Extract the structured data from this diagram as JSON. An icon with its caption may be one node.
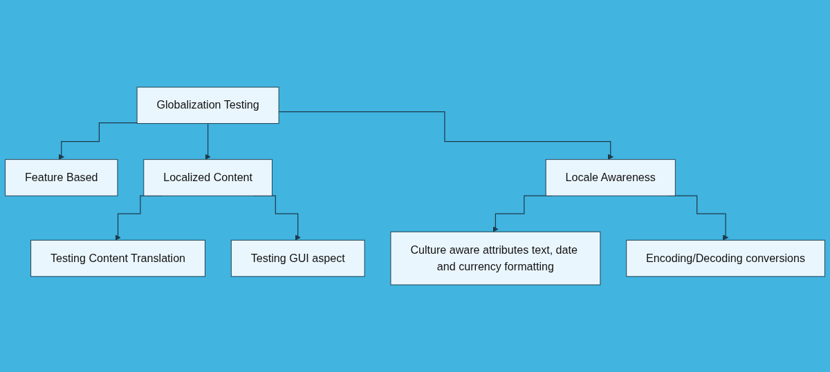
{
  "diagram": {
    "nodes": [
      {
        "text": [
          "Globalization Testing"
        ]
      },
      {
        "text": [
          "Feature Based"
        ]
      },
      {
        "text": [
          "Localized Content"
        ]
      },
      {
        "text": [
          "Locale Awareness"
        ]
      },
      {
        "text": [
          "Testing Content Translation"
        ]
      },
      {
        "text": [
          "Testing GUI aspect"
        ]
      },
      {
        "text": [
          "Culture aware attributes text, date and currency formatting"
        ]
      },
      {
        "text": [
          "Encoding/Decoding conversions"
        ]
      }
    ],
    "edges": [
      {
        "from": 0,
        "to": 1,
        "arrow": "to"
      },
      {
        "from": 0,
        "to": 2,
        "arrow": "to"
      },
      {
        "from": 0,
        "to": 3,
        "arrow": "to"
      },
      {
        "from": 2,
        "to": 4,
        "arrow": "to"
      },
      {
        "from": 2,
        "to": 5,
        "arrow": "to"
      },
      {
        "from": 3,
        "to": 6,
        "arrow": "to"
      },
      {
        "from": 3,
        "to": 7,
        "arrow": "to"
      }
    ]
  }
}
